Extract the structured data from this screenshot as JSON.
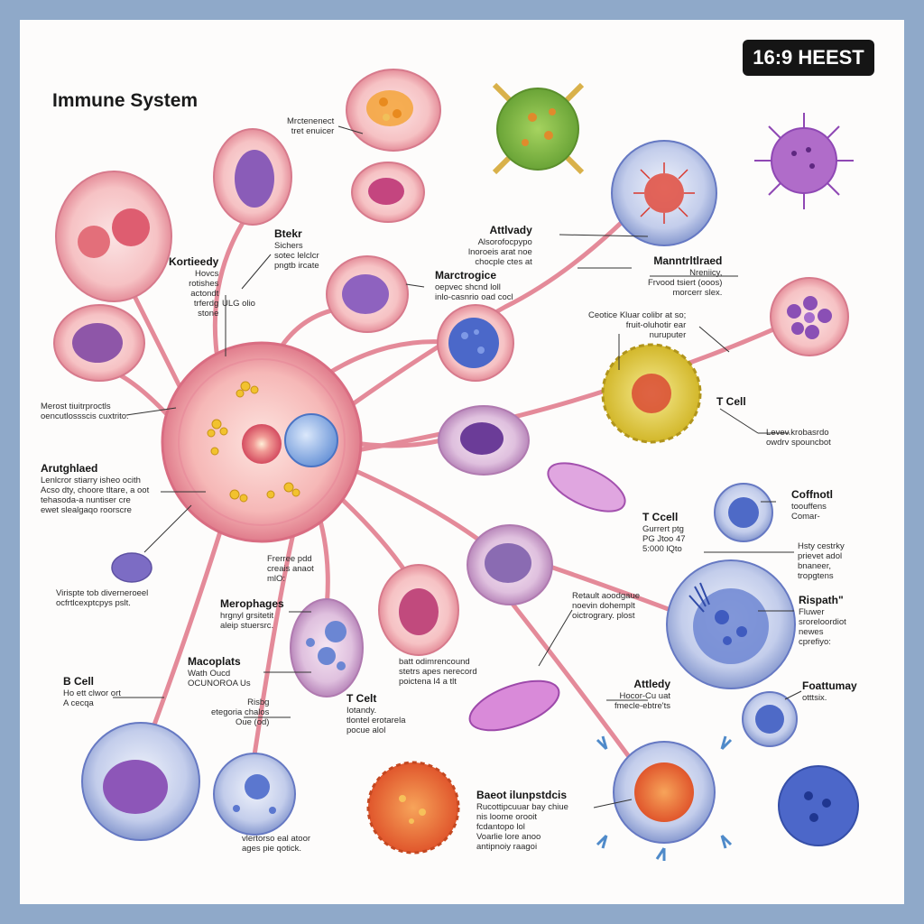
{
  "title": "Immune System",
  "badge": "16:9 HEEST",
  "colors": {
    "frame": "#8fa9c9",
    "background": "#fdfcfb",
    "connector": "#e58a9a",
    "leader": "#333333"
  },
  "labels": {
    "ann_top_center": {
      "lines": [
        "Mrctenenect",
        "tret enuicer"
      ]
    },
    "btekr": {
      "heading": "Btekr",
      "lines": [
        "Sichers",
        "sotec lelclcr",
        "pngtb ircate"
      ]
    },
    "kortieedy": {
      "heading": "Kortieedy",
      "lines": [
        "Hovcs",
        "rotishes",
        "actondt",
        "trferdg",
        "stone"
      ]
    },
    "ulg": {
      "lines": [
        "ULG olio"
      ]
    },
    "merost": {
      "lines": [
        "Merost tiuitrproctls",
        "oencutlossscis cuxtrito."
      ]
    },
    "arutghlaed": {
      "heading": "Arutghlaed",
      "lines": [
        "Lenlcror stiarry isheo ocith",
        "Acso dty, choore tltare, a oot",
        "tehasoda-a nuntiser cre",
        "ewet slealgaqo roorscre"
      ]
    },
    "macrotogice": {
      "heading": "Marctrogice",
      "lines": [
        "oepvec shcnd loll",
        "inlo-casnrio oad cocl"
      ]
    },
    "attlvady": {
      "heading": "Attlvady",
      "lines": [
        "Alsorofocpypo",
        "lnoroeis arat noe",
        "chocple ctes at"
      ]
    },
    "manntrltlraed": {
      "heading": "Manntrltlraed",
      "lines": [
        "Nreniicy,",
        "Frvood tsiert (ooos)",
        "morcerr slex."
      ]
    },
    "ceotice": {
      "lines": [
        "Ceotice Kluar colibr at so;",
        "fruit-oluhotir ear",
        "nuruputer"
      ]
    },
    "tcell_1": {
      "heading": "T Cell",
      "lines": []
    },
    "levev": {
      "lines": [
        "Levev.krobasrdo",
        "owdrv spouncbot"
      ]
    },
    "virspte": {
      "lines": [
        "Virispte tob diverneroeel",
        "ocfrtlcexptcpys pslt."
      ]
    },
    "freree": {
      "lines": [
        "Frerree pdd",
        "creais anaot",
        "mlO:"
      ]
    },
    "tccell": {
      "heading": "T Ccell",
      "lines": [
        "Gurrert ptg",
        "PG Jtoo 47",
        "5:000 lQto"
      ]
    },
    "coffnotl": {
      "heading": "Coffnotl",
      "lines": [
        "toouffens",
        "Comar-"
      ]
    },
    "hsty": {
      "lines": [
        "Hsty cestrky",
        "prievet adol",
        "bnaneer,",
        "tropgtens"
      ]
    },
    "merophages": {
      "heading": "Merophages",
      "lines": [
        "hrgnyl grsitetit",
        "aleip stuersrc."
      ]
    },
    "retault": {
      "lines": [
        "Retault aoodgaue",
        "noevin dohemplt",
        "oictrograry. plost"
      ]
    },
    "rispath": {
      "heading": "Rispath\"",
      "lines": [
        "Fluwer",
        "sroreloordiot",
        "newes",
        "cprefiyo:"
      ]
    },
    "macoplats": {
      "heading": "Macoplats",
      "lines": [
        "Wath Oucd",
        "OCUNOROA Us"
      ]
    },
    "batt": {
      "lines": [
        "batt odimrencound",
        "stetrs apes nerecord",
        "poictena l4 a tlt"
      ]
    },
    "bcell": {
      "heading": "B Cell",
      "lines": [
        "Ho ett clwor ort",
        "A cecqa"
      ]
    },
    "risbg": {
      "lines": [
        "Risbg",
        "etegoria chalos",
        "Oue (od)"
      ]
    },
    "tcelt": {
      "heading": "T Celt",
      "lines": [
        "Iotandy.",
        "tlontel erotarela",
        "pocue alol"
      ]
    },
    "attledy": {
      "heading": "Attledy",
      "lines": [
        "Hocor-Cu uat",
        "fmecle-ebtre'ts"
      ]
    },
    "foattumay": {
      "heading": "Foattumay",
      "lines": [
        "otttsix."
      ]
    },
    "baeot": {
      "heading": "Baeot ilunpstdcis",
      "lines": [
        "Rucottipcuuar bay chiue",
        "nis loome orooit",
        "fcdantopo lol",
        "Voarlie lore anoo",
        "antipnoiy raagoi"
      ]
    },
    "vlertorso": {
      "lines": [
        "vlertorso eal atoor",
        "ages pie qotick."
      ]
    }
  }
}
